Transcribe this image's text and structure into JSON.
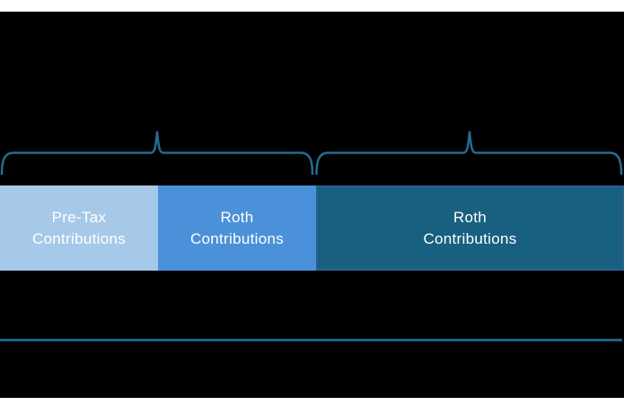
{
  "colors": {
    "canvas_bg": "#000000",
    "strip_bg": "#ffffff",
    "brace_stroke": "#246b91",
    "divider_color": "#1d6088",
    "bar_pretax_fill": "#a6c9e9",
    "bar_roth_fill": "#4b91d9",
    "bar_roth_after_fill": "#176080",
    "bar_roth_after_border": "#2b6191",
    "bar_text": "#ffffff"
  },
  "bars": [
    {
      "name": "pre-tax-contributions",
      "lines": [
        "Pre-Tax",
        "Contributions"
      ]
    },
    {
      "name": "roth-contributions",
      "lines": [
        "Roth",
        "Contributions"
      ]
    },
    {
      "name": "roth-contributions-wide",
      "lines": [
        "Roth",
        "Contributions"
      ]
    }
  ]
}
